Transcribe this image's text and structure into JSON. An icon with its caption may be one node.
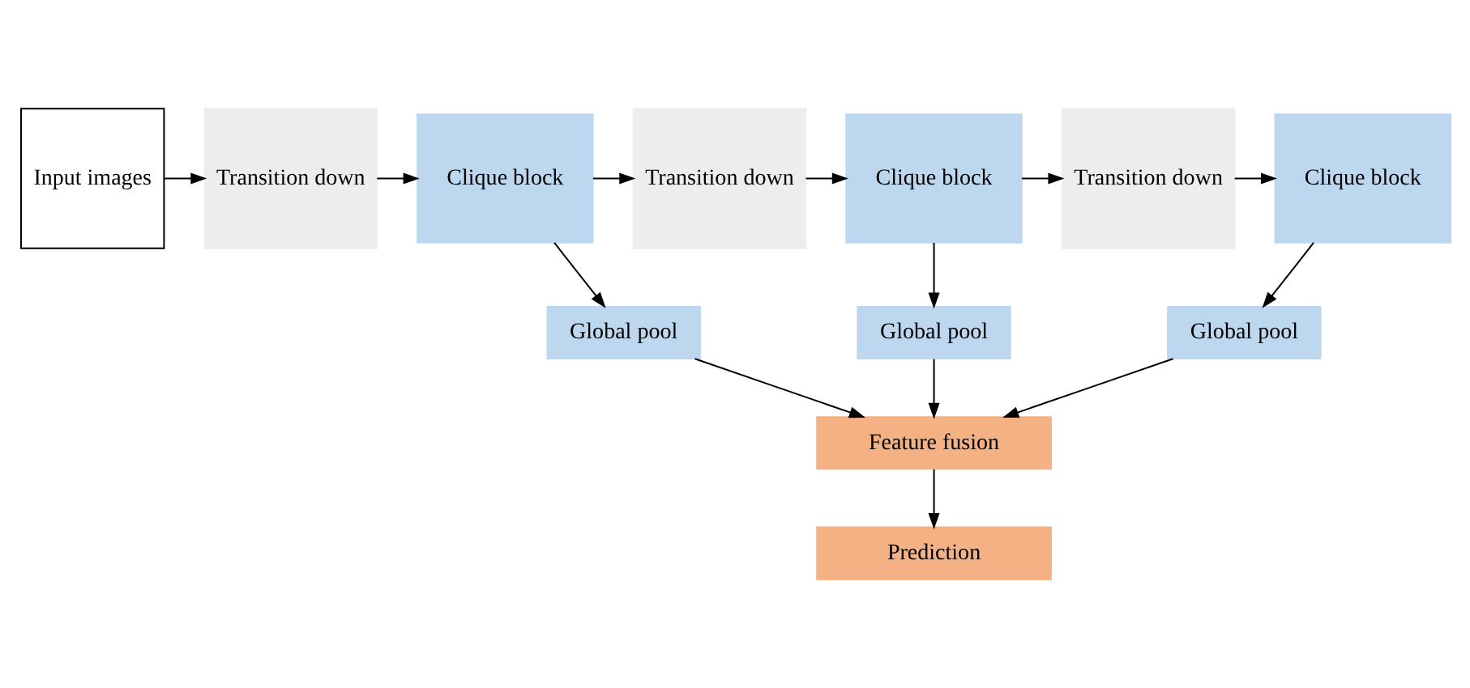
{
  "diagram": {
    "nodes": [
      {
        "text": [
          "Input images"
        ]
      },
      {
        "text": [
          "Transition down"
        ]
      },
      {
        "text": [
          "Clique block"
        ]
      },
      {
        "text": [
          "Transition down"
        ]
      },
      {
        "text": [
          "Clique block"
        ]
      },
      {
        "text": [
          "Transition down"
        ]
      },
      {
        "text": [
          "Clique block"
        ]
      },
      {
        "text": [
          "Global pool"
        ]
      },
      {
        "text": [
          "Global pool"
        ]
      },
      {
        "text": [
          "Global pool"
        ]
      },
      {
        "text": [
          "Feature fusion"
        ]
      },
      {
        "text": [
          "Prediction"
        ]
      }
    ],
    "edges": [
      {
        "from": 0,
        "to": 1,
        "arrow": "to"
      },
      {
        "from": 1,
        "to": 2,
        "arrow": "to"
      },
      {
        "from": 2,
        "to": 3,
        "arrow": "to"
      },
      {
        "from": 3,
        "to": 4,
        "arrow": "to"
      },
      {
        "from": 4,
        "to": 5,
        "arrow": "to"
      },
      {
        "from": 5,
        "to": 6,
        "arrow": "to"
      },
      {
        "from": 2,
        "to": 7,
        "arrow": "to"
      },
      {
        "from": 4,
        "to": 8,
        "arrow": "to"
      },
      {
        "from": 6,
        "to": 9,
        "arrow": "to"
      },
      {
        "from": 7,
        "to": 10,
        "arrow": "to"
      },
      {
        "from": 8,
        "to": 10,
        "arrow": "to"
      },
      {
        "from": 9,
        "to": 10,
        "arrow": "to"
      },
      {
        "from": 10,
        "to": 11,
        "arrow": "to"
      }
    ]
  }
}
